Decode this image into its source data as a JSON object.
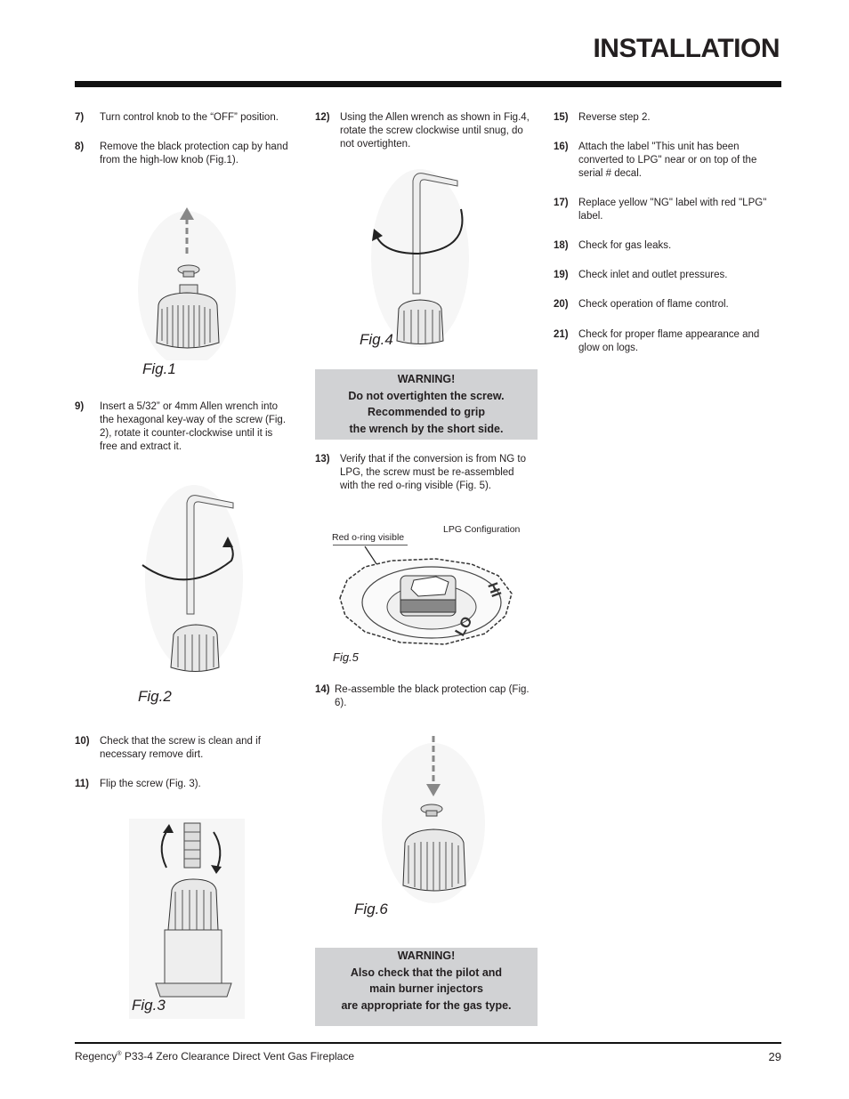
{
  "header": {
    "title": "INSTALLATION"
  },
  "footer": {
    "brand": "Regency",
    "reg": "®",
    "product": "P33-4 Zero Clearance Direct Vent Gas Fireplace",
    "page": "29"
  },
  "steps": {
    "s7": {
      "num": "7)",
      "text": "Turn control knob to the “OFF” position."
    },
    "s8": {
      "num": "8)",
      "text": "Remove the black protection cap by hand from the high-low knob (Fig.1)."
    },
    "s9": {
      "num": "9)",
      "text": "Insert a 5/32” or 4mm Allen wrench into the hexagonal key-way of the screw (Fig. 2), rotate it counter-clockwise until it is free and extract it."
    },
    "s10": {
      "num": "10)",
      "text": "Check that the screw is clean and if necessary remove dirt."
    },
    "s11": {
      "num": "11)",
      "text": "Flip the screw (Fig. 3)."
    },
    "s12": {
      "num": "12)",
      "text": "Using the Allen wrench as shown in Fig.4, rotate the screw clockwise until snug, do not overtighten."
    },
    "s13": {
      "num": "13)",
      "text": "Verify that if the conversion is from NG to LPG, the screw  must be re-assembled with the red o-ring visible (Fig. 5)."
    },
    "s14": {
      "num": "14)",
      "text": "Re-assemble the black protection cap (Fig. 6)."
    },
    "s15": {
      "num": "15)",
      "text": "Reverse step 2."
    },
    "s16": {
      "num": "16)",
      "text": "Attach the label \"This unit has been converted to LPG\" near or on top of the serial # decal."
    },
    "s17": {
      "num": "17)",
      "text": "Replace yellow \"NG\" label with red \"LPG\" label."
    },
    "s18": {
      "num": "18)",
      "text": "Check for gas leaks."
    },
    "s19": {
      "num": "19)",
      "text": "Check inlet and outlet pressures."
    },
    "s20": {
      "num": "20)",
      "text": "Check operation of flame control."
    },
    "s21": {
      "num": "21)",
      "text": "Check for proper flame appearance and glow on logs."
    }
  },
  "figures": {
    "fig1": "Fig.1",
    "fig2": "Fig.2",
    "fig3": "Fig.3",
    "fig4": "Fig.4",
    "fig5": "Fig.5",
    "fig6": "Fig.6",
    "fig5_caption_left": "Red o-ring visible",
    "fig5_caption_right": "LPG Configuration"
  },
  "warning1": {
    "line1": "WARNING!",
    "line2": "Do not overtighten the screw.",
    "line3": "Recommended to grip",
    "line4": "the wrench by the short side."
  },
  "warning2": {
    "line1": "WARNING!",
    "line2": "Also check that the pilot and",
    "line3": "main burner injectors",
    "line4": "are appropriate for the gas type."
  },
  "colors": {
    "warning_bg": "#d1d2d4",
    "rule": "#111111",
    "text": "#231f20"
  }
}
